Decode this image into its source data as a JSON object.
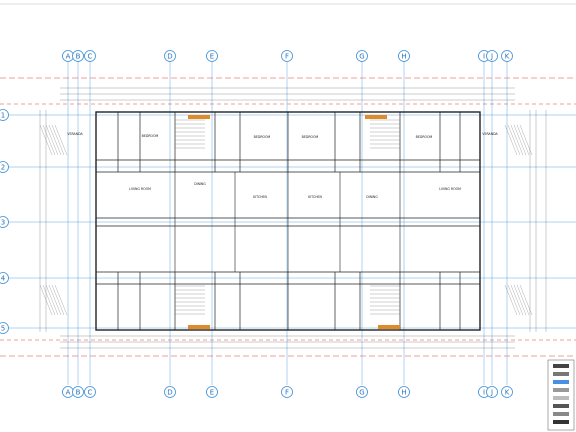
{
  "grid": {
    "columns": [
      "A",
      "B",
      "C",
      "D",
      "E",
      "F",
      "G",
      "H",
      "I",
      "J",
      "K"
    ],
    "rows": [
      "1",
      "2",
      "3",
      "4",
      "5"
    ]
  },
  "rooms": {
    "top": [
      {
        "label": "VERANDA"
      },
      {
        "label": "LIVING ROOM"
      },
      {
        "label": "BEDROOM"
      },
      {
        "label": "DINING"
      },
      {
        "label": "KITCHEN"
      },
      {
        "label": "BEDROOM"
      },
      {
        "label": "BEDROOM"
      },
      {
        "label": "KITCHEN"
      },
      {
        "label": "DINING"
      },
      {
        "label": "BEDROOM"
      },
      {
        "label": "LIVING ROOM"
      },
      {
        "label": "VERANDA"
      }
    ]
  },
  "colors": {
    "grid_line": "#3a8fd6",
    "wall": "#222222",
    "dashed_red": "#d94040",
    "accent_orange": "#e08a2a",
    "legend_blue": "#4a90e2"
  },
  "legend": {
    "swatches": [
      "#444444",
      "#777777",
      "#4a90e2",
      "#999999",
      "#bbbbbb",
      "#555555",
      "#888888",
      "#333333"
    ]
  }
}
